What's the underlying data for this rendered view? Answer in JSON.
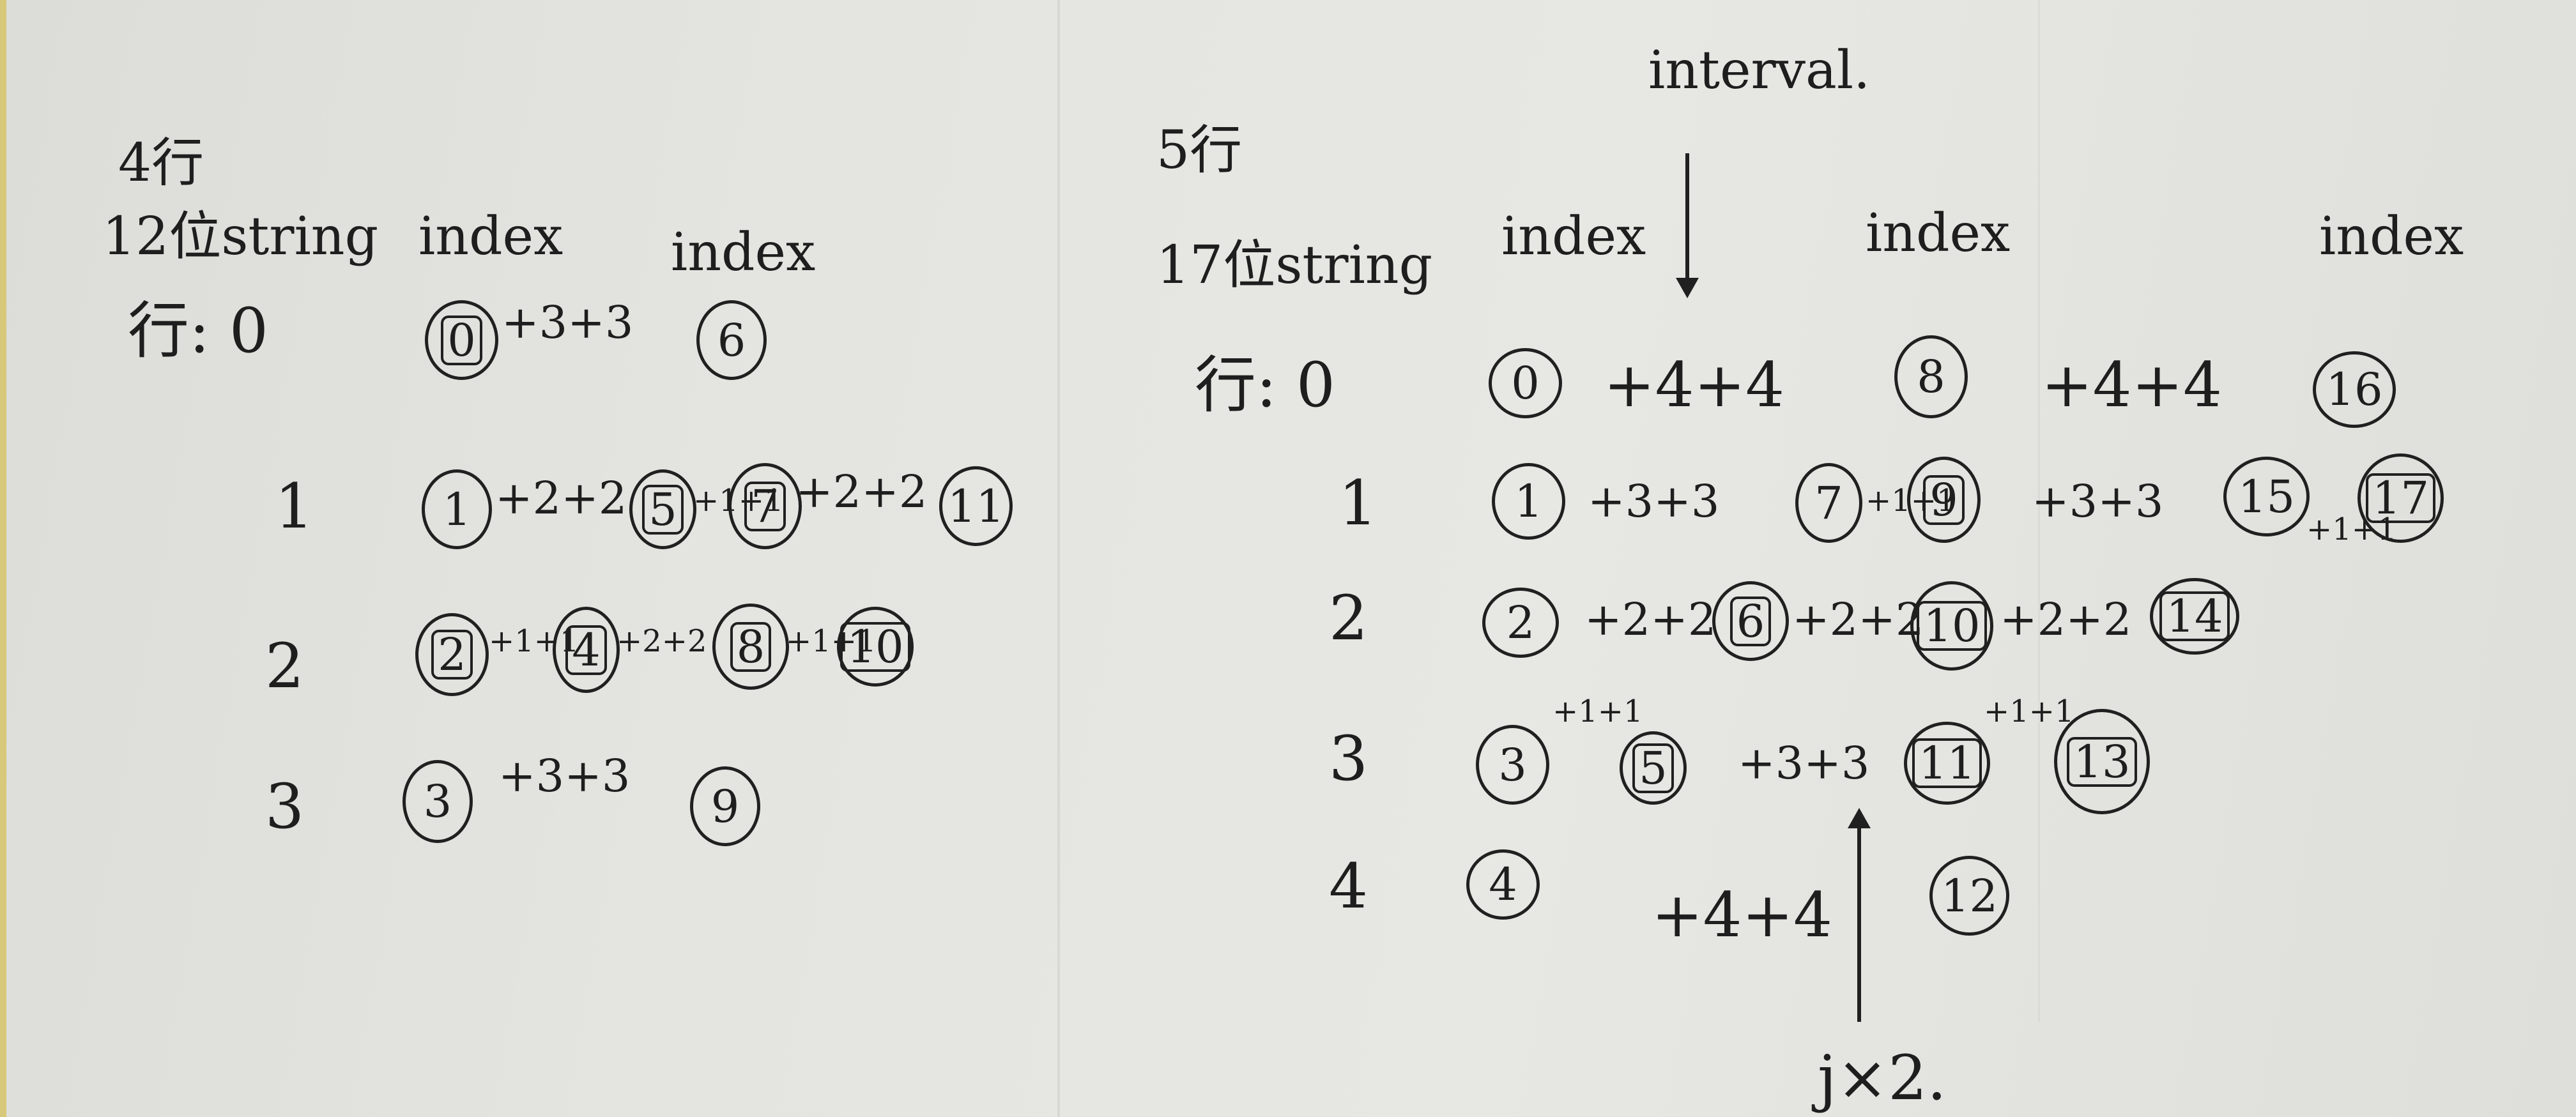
{
  "left": {
    "header": {
      "rows_label": "4行",
      "string_label": "12位string",
      "index_label_1": "index",
      "index_label_2": "index"
    },
    "rows": [
      {
        "label": "行: 0",
        "cells": [
          "0",
          "+3+3",
          "6"
        ]
      },
      {
        "label": "1",
        "cells": [
          "1",
          "+2+2",
          "5",
          "+1+1",
          "7",
          "+2+2",
          "11"
        ]
      },
      {
        "label": "2",
        "cells": [
          "2",
          "+1+1",
          "4",
          "+2+2",
          "8",
          "+1+1",
          "10"
        ]
      },
      {
        "label": "3",
        "cells": [
          "3",
          "+3+3",
          "9"
        ]
      }
    ]
  },
  "right": {
    "header": {
      "rows_label": "5行",
      "string_label": "17位string",
      "interval_label": "interval.",
      "index_label_1": "index",
      "index_label_2": "index",
      "index_label_3": "index"
    },
    "rows": [
      {
        "label": "行: 0",
        "cells": [
          "0",
          "+4+4",
          "8",
          "+4+4",
          "16"
        ]
      },
      {
        "label": "1",
        "cells": [
          "1",
          "+3+3",
          "7",
          "+1+1",
          "9",
          "+3+3",
          "15",
          "+1+1",
          "17"
        ]
      },
      {
        "label": "2",
        "cells": [
          "2",
          "+2+2",
          "6",
          "+2+2",
          "10",
          "+2+2",
          "14"
        ]
      },
      {
        "label": "3",
        "cells": [
          "3",
          "+1+1",
          "5",
          "+3+3",
          "11",
          "+1+1",
          "13"
        ]
      },
      {
        "label": "4",
        "cells": [
          "4",
          "+4+4",
          "12"
        ]
      }
    ],
    "j_label": "j×2."
  },
  "colors": {
    "ink": "#1e1e1e",
    "paper": "#e4e4e0"
  }
}
